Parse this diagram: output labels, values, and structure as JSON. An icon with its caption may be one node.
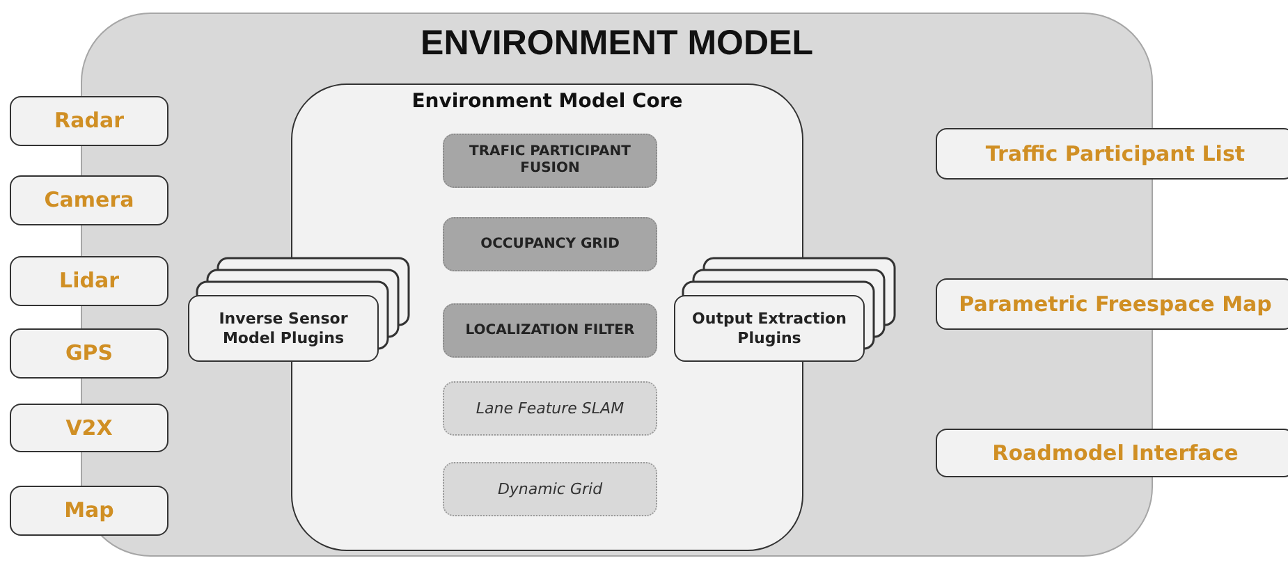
{
  "diagram": {
    "nodes": [
      {
        "text": [
          "ENVIRONMENT MODEL"
        ]
      },
      {
        "text": [
          "Radar"
        ]
      },
      {
        "text": [
          "Camera"
        ]
      },
      {
        "text": [
          "Lidar"
        ]
      },
      {
        "text": [
          "GPS"
        ]
      },
      {
        "text": [
          "V2X"
        ]
      },
      {
        "text": [
          "Map"
        ]
      },
      {
        "text": [
          "Environment Model Core"
        ],
        "in": 0
      },
      {
        "text": [
          "TRAFIC PARTICIPANT FUSION"
        ],
        "in": 7
      },
      {
        "text": [
          "OCCUPANCY GRID"
        ],
        "in": 7
      },
      {
        "text": [
          "Inverse Sensor Model Plugins"
        ],
        "in": 0
      },
      {
        "text": [
          "LOCALIZATION FILTER"
        ],
        "in": 7
      },
      {
        "text": [
          "Output Extraction Plugins"
        ],
        "in": 0
      },
      {
        "text": [
          "Lane Feature SLAM"
        ],
        "in": 7
      },
      {
        "text": [
          "Dynamic Grid"
        ],
        "in": 7
      },
      {
        "text": [
          "Traffic Participant List"
        ]
      },
      {
        "text": [
          "Parametric Freespace Map"
        ]
      },
      {
        "text": [
          "Roadmodel Interface"
        ]
      }
    ],
    "edges": []
  }
}
